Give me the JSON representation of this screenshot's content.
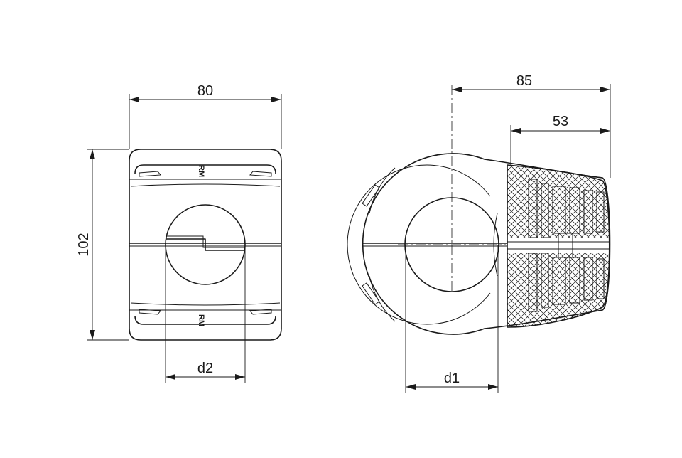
{
  "dimensions": {
    "front_width": "80",
    "front_height": "102",
    "front_bore": "d2",
    "side_length": "85",
    "side_insert": "53",
    "side_bore": "d1"
  },
  "marks": {
    "logo_top": "RM",
    "logo_bottom": "RM"
  },
  "colors": {
    "line": "#1a1a1a",
    "background": "#ffffff",
    "hatch": "#1a1a1a"
  }
}
